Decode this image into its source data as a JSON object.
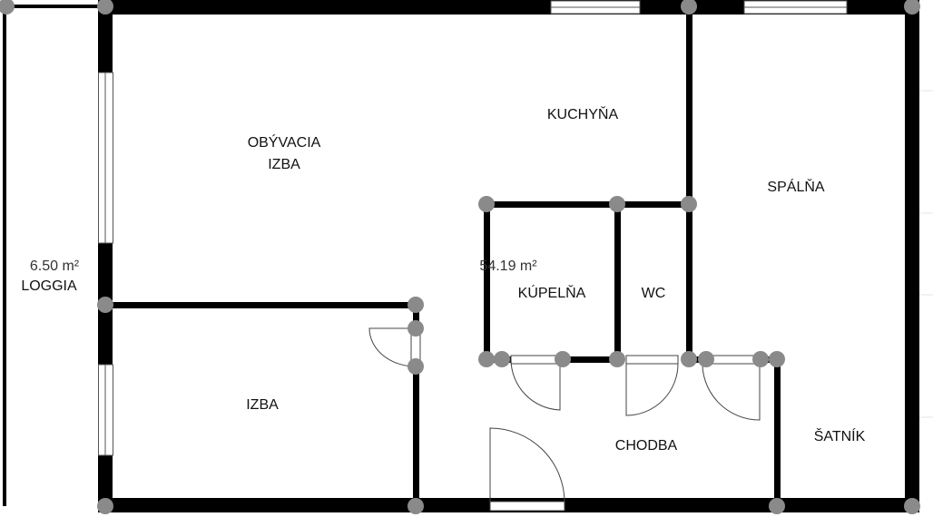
{
  "plan": {
    "rooms": [
      {
        "id": "kuchyna",
        "label": "KUCHYŇA"
      },
      {
        "id": "obyvacia",
        "label": "OBÝVACIA",
        "label2": "IZBA"
      },
      {
        "id": "spalna",
        "label": "SPÁLŇA"
      },
      {
        "id": "loggia",
        "label": "LOGGIA",
        "area": "6.50 m²"
      },
      {
        "id": "kupelna",
        "label": "KÚPELŇA"
      },
      {
        "id": "wc",
        "label": "WC"
      },
      {
        "id": "izba",
        "label": "IZBA"
      },
      {
        "id": "chodba",
        "label": "CHODBA"
      },
      {
        "id": "satnik",
        "label": "ŠATNÍK"
      }
    ],
    "total_area": "54.19 m²",
    "colors": {
      "wall": "#000000",
      "node": "#8a8a8a",
      "background": "#ffffff"
    }
  }
}
